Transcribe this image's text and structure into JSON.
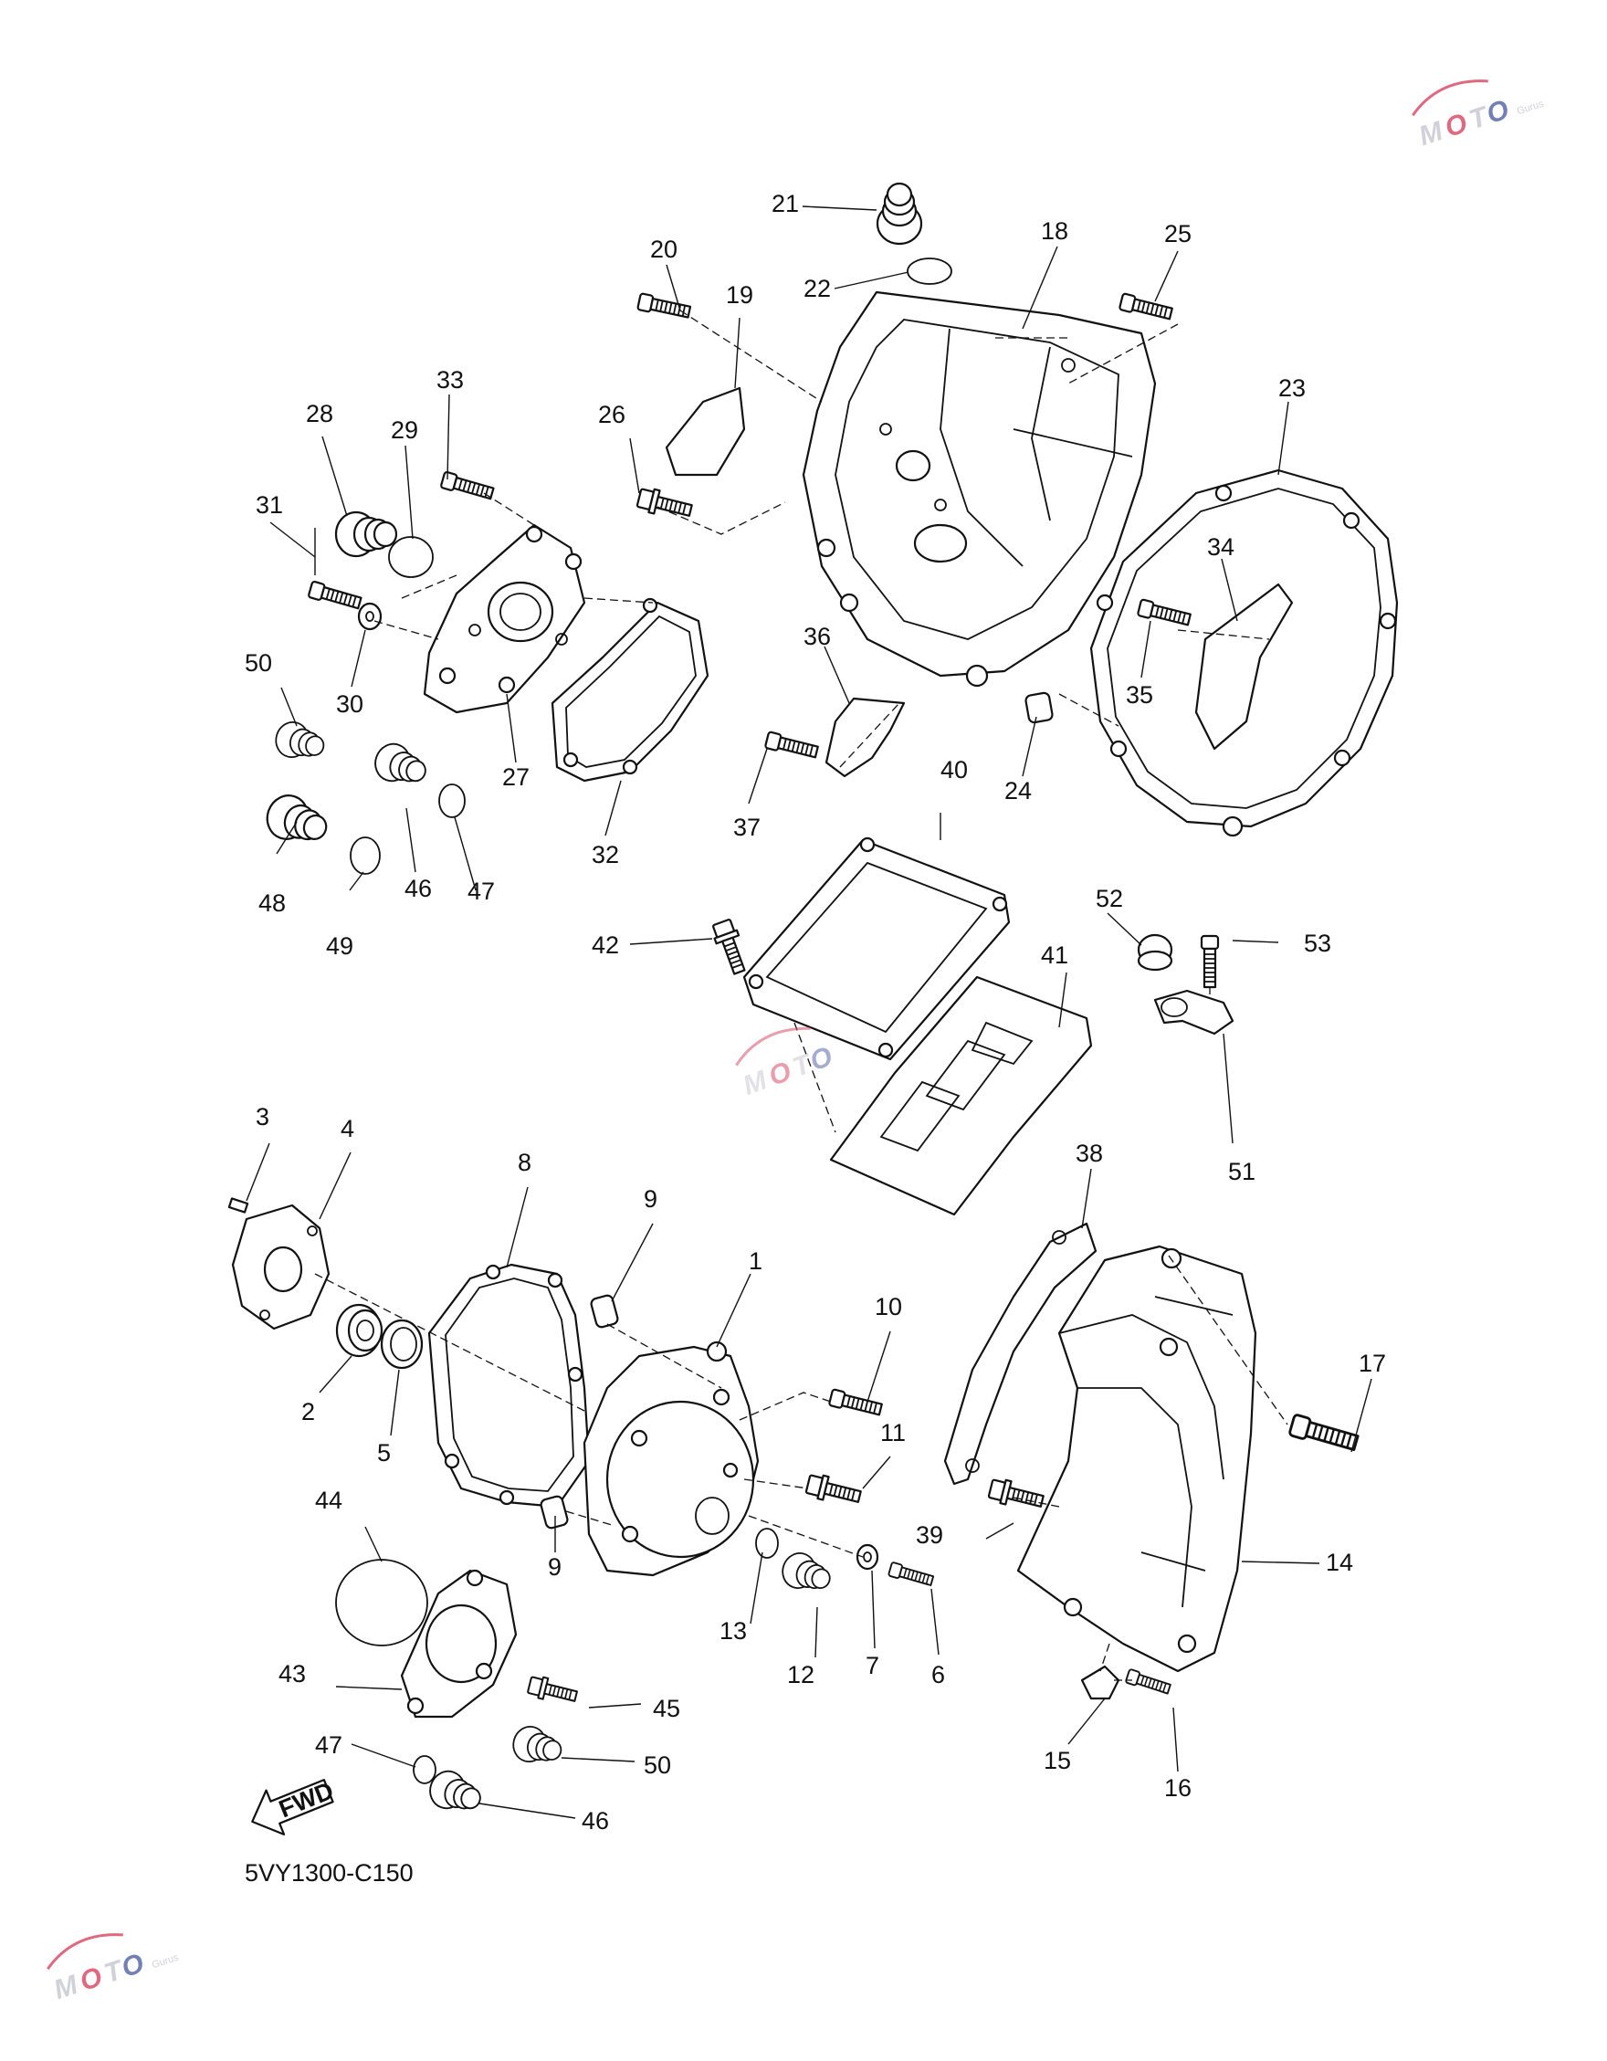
{
  "diagram": {
    "code": "5VY1300-C150",
    "fwd_label": "FWD",
    "watermark": {
      "brand": "MOTO",
      "sub": "Gurus"
    },
    "callouts": [
      {
        "id": "c1",
        "label": "1"
      },
      {
        "id": "c2",
        "label": "2"
      },
      {
        "id": "c3",
        "label": "3"
      },
      {
        "id": "c4",
        "label": "4"
      },
      {
        "id": "c5",
        "label": "5"
      },
      {
        "id": "c6",
        "label": "6"
      },
      {
        "id": "c7",
        "label": "7"
      },
      {
        "id": "c8",
        "label": "8"
      },
      {
        "id": "c9a",
        "label": "9"
      },
      {
        "id": "c9b",
        "label": "9"
      },
      {
        "id": "c10",
        "label": "10"
      },
      {
        "id": "c11",
        "label": "11"
      },
      {
        "id": "c12",
        "label": "12"
      },
      {
        "id": "c13",
        "label": "13"
      },
      {
        "id": "c14",
        "label": "14"
      },
      {
        "id": "c15",
        "label": "15"
      },
      {
        "id": "c16",
        "label": "16"
      },
      {
        "id": "c17",
        "label": "17"
      },
      {
        "id": "c18",
        "label": "18"
      },
      {
        "id": "c19",
        "label": "19"
      },
      {
        "id": "c20",
        "label": "20"
      },
      {
        "id": "c21",
        "label": "21"
      },
      {
        "id": "c22",
        "label": "22"
      },
      {
        "id": "c23",
        "label": "23"
      },
      {
        "id": "c24",
        "label": "24"
      },
      {
        "id": "c25",
        "label": "25"
      },
      {
        "id": "c26",
        "label": "26"
      },
      {
        "id": "c27",
        "label": "27"
      },
      {
        "id": "c28",
        "label": "28"
      },
      {
        "id": "c29",
        "label": "29"
      },
      {
        "id": "c30",
        "label": "30"
      },
      {
        "id": "c31",
        "label": "31"
      },
      {
        "id": "c32",
        "label": "32"
      },
      {
        "id": "c33",
        "label": "33"
      },
      {
        "id": "c34",
        "label": "34"
      },
      {
        "id": "c35",
        "label": "35"
      },
      {
        "id": "c36",
        "label": "36"
      },
      {
        "id": "c37",
        "label": "37"
      },
      {
        "id": "c38",
        "label": "38"
      },
      {
        "id": "c39",
        "label": "39"
      },
      {
        "id": "c40",
        "label": "40"
      },
      {
        "id": "c41",
        "label": "41"
      },
      {
        "id": "c42",
        "label": "42"
      },
      {
        "id": "c43",
        "label": "43"
      },
      {
        "id": "c44",
        "label": "44"
      },
      {
        "id": "c45",
        "label": "45"
      },
      {
        "id": "c46a",
        "label": "46"
      },
      {
        "id": "c46b",
        "label": "46"
      },
      {
        "id": "c47a",
        "label": "47"
      },
      {
        "id": "c47b",
        "label": "47"
      },
      {
        "id": "c48",
        "label": "48"
      },
      {
        "id": "c49",
        "label": "49"
      },
      {
        "id": "c50a",
        "label": "50"
      },
      {
        "id": "c50b",
        "label": "50"
      },
      {
        "id": "c51",
        "label": "51"
      },
      {
        "id": "c52",
        "label": "52"
      },
      {
        "id": "c53",
        "label": "53"
      }
    ]
  }
}
